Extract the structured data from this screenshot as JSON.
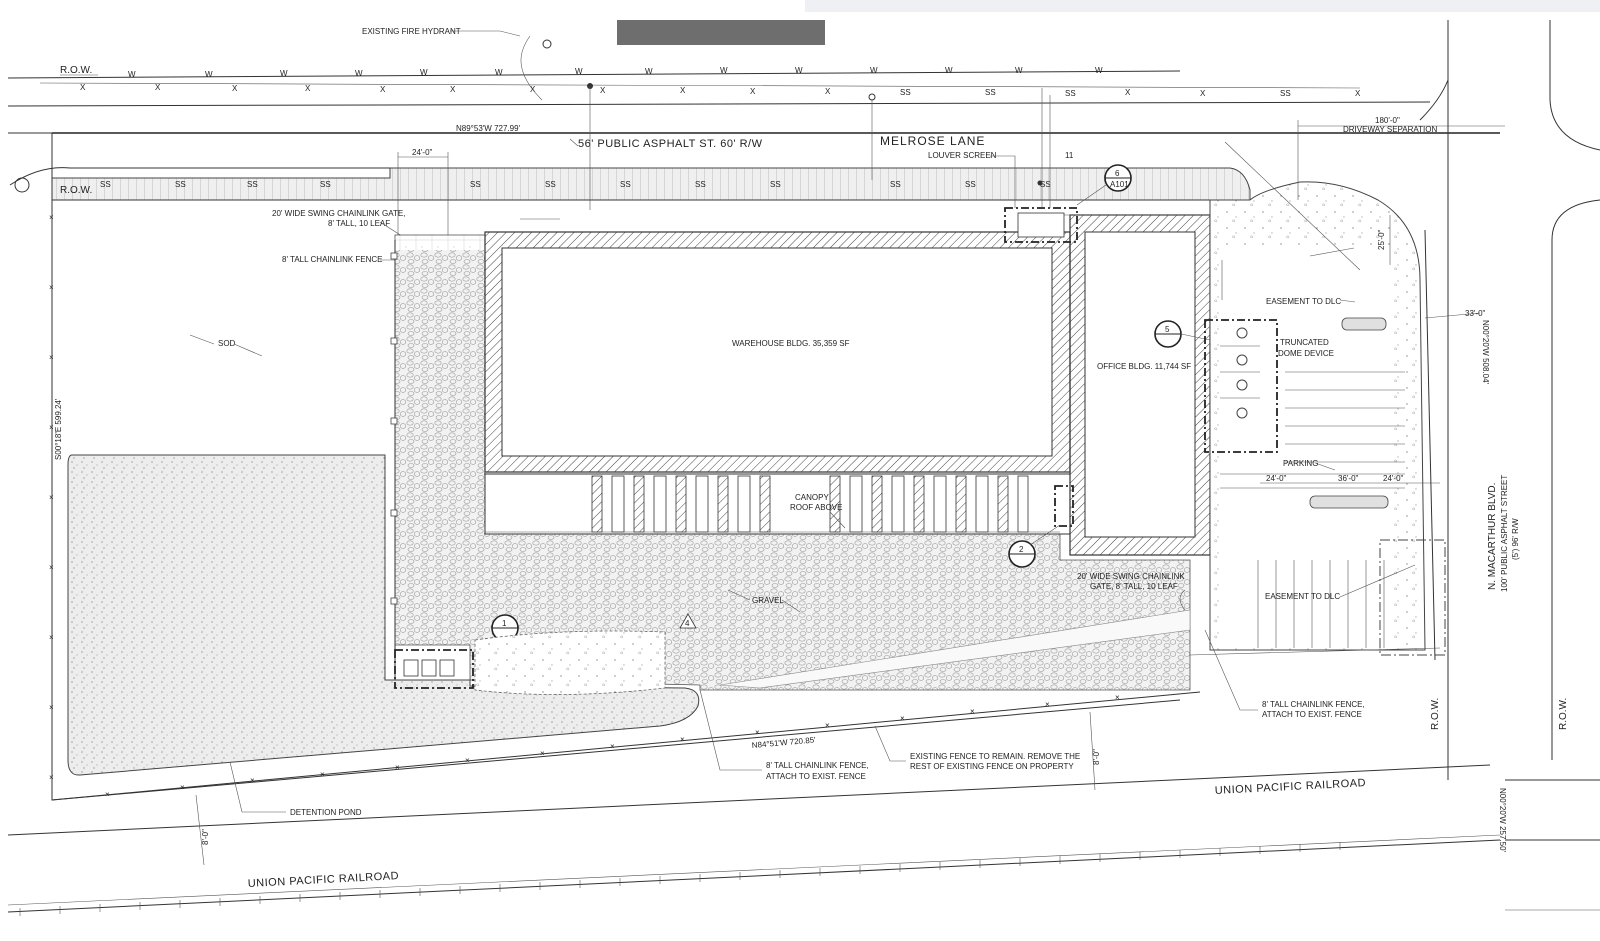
{
  "header_bar_color": "#6e6e6e",
  "labels": {
    "fire_hydrant": "EXISTING FIRE HYDRANT",
    "row_top_left": "R.O.W.",
    "row_left_mid": "R.O.W.",
    "row_right_1": "R.O.W.",
    "row_right_2": "R.O.W.",
    "bearing_top": "N89°53'W 727.99'",
    "street_top": "56' PUBLIC ASPHALT ST. 60' R/W",
    "melrose": "MELROSE LANE",
    "louver": "LOUVER SCREEN",
    "driveway_sep": "DRIVEWAY SEPARATION",
    "driveway_dim": "180'-0\"",
    "dim_24_top": "24'-0\"",
    "gate_top_1": "20' WIDE SWING CHAINLINK GATE,",
    "gate_top_2": "8' TALL, 10 LEAF",
    "fence_top": "8' TALL CHAINLINK FENCE",
    "sod": "SOD",
    "warehouse": "WAREHOUSE BLDG. 35,359 SF",
    "office": "OFFICE BLDG. 11,744 SF",
    "easement_1": "EASEMENT TO DLC",
    "truncated_1": "TRUNCATED",
    "truncated_2": "DOME DEVICE",
    "parking": "PARKING",
    "dim_24_l": "24'-0\"",
    "dim_36": "36'-0\"",
    "dim_24_r": "24'-0\"",
    "canopy_1": "CANOPY",
    "canopy_2": "ROOF ABOVE",
    "gate_bot_1": "20' WIDE SWING CHAINLINK",
    "gate_bot_2": "GATE, 8' TALL, 10 LEAF",
    "easement_2": "EASEMENT TO DLC",
    "gravel": "GRAVEL",
    "macarthur_1": "N. MACARTHUR BLVD.",
    "macarthur_2": "100' PUBLIC ASPHALT STREET",
    "macarthur_3": "(5') 96' R/W",
    "bearing_right": "N00°20'W 508.04'",
    "bearing_right2": "N00°20'W 257.50'",
    "bearing_left": "S00°18'E 599.24'",
    "bearing_bottom": "N84°51'W 720.85'",
    "dim_33": "33'-0\"",
    "dim_25": "25'-0\"",
    "dim_8": "8'-0\"",
    "fence_right_1": "8' TALL CHAINLINK FENCE,",
    "fence_right_2": "ATTACH TO EXIST. FENCE",
    "fence_bot_1": "8' TALL CHAINLINK FENCE,",
    "fence_bot_2": "ATTACH TO EXIST. FENCE",
    "existing_fence_1": "EXISTING FENCE TO REMAIN. REMOVE THE",
    "existing_fence_2": "REST OF EXISTING FENCE ON PROPERTY",
    "detention": "DETENTION POND",
    "railroad_1": "UNION PACIFIC RAILROAD",
    "railroad_2": "UNION PACIFIC RAILROAD",
    "callout_6": "6",
    "callout_5": "5",
    "callout_2": "2",
    "callout_1": "1",
    "callout_sheet": "A101",
    "num_11": "11",
    "num_4": "4"
  }
}
